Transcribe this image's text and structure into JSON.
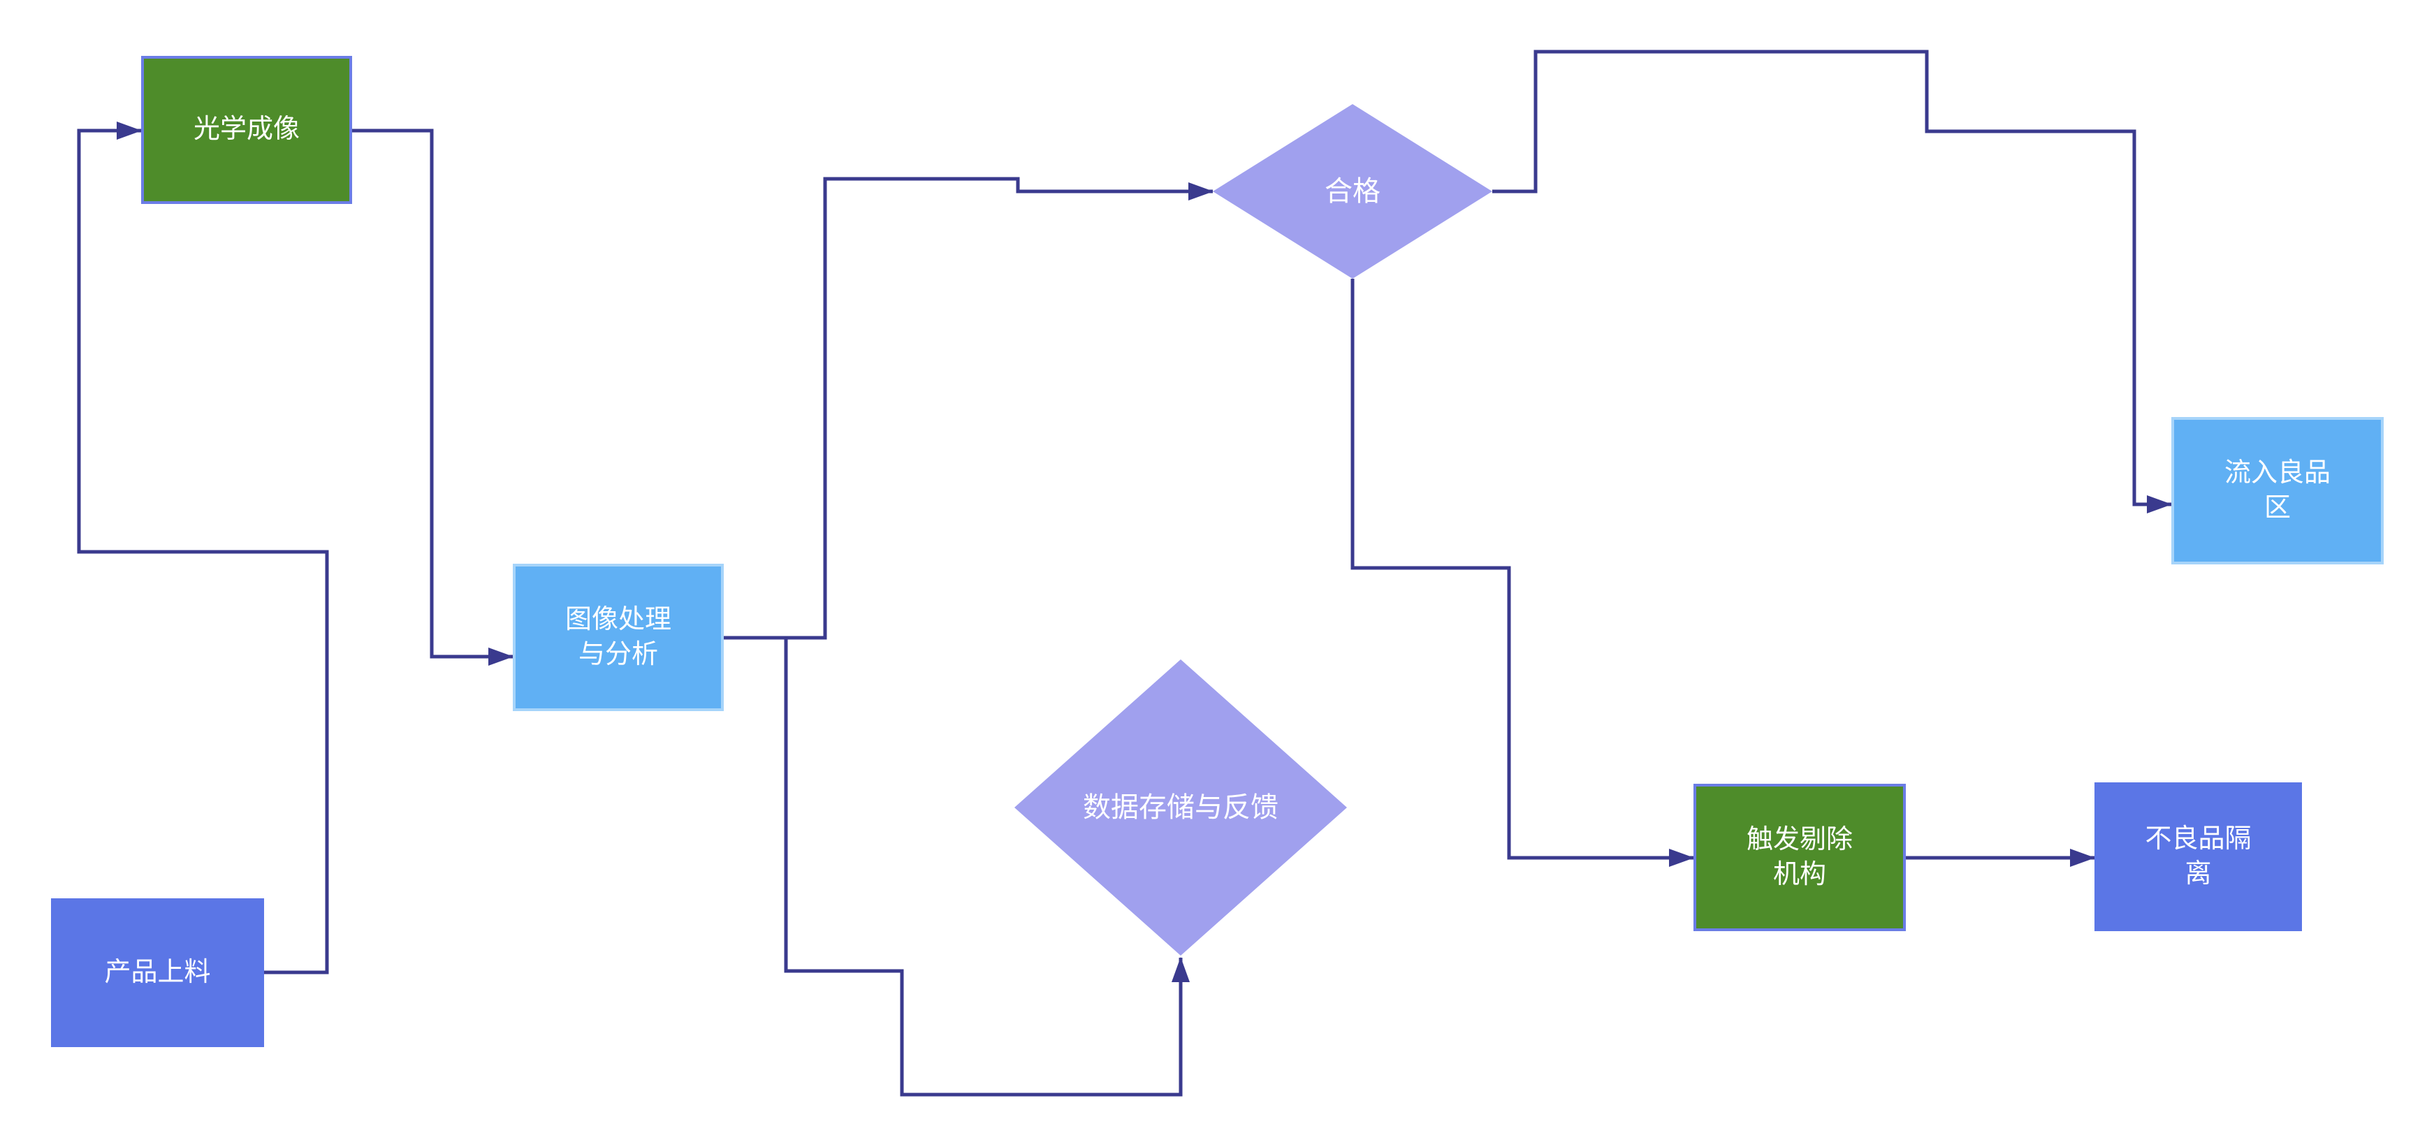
{
  "diagram": {
    "type": "flowchart",
    "background": "#ffffff",
    "nodes": [
      {
        "id": "product-loading",
        "label": "产品上料",
        "shape": "rectangle",
        "fill": "#5b76e6",
        "border": "none",
        "text_color": "#ffffff"
      },
      {
        "id": "optical-imaging",
        "label": "光学成像",
        "shape": "rectangle",
        "fill": "#4e8c2a",
        "border": "#6b7de6",
        "text_color": "#ffffff"
      },
      {
        "id": "image-processing",
        "label": "图像处理\n与分析",
        "shape": "rectangle",
        "fill": "#60b0f4",
        "border": "#a6d4fa",
        "text_color": "#ffffff"
      },
      {
        "id": "qualified",
        "label": "合格",
        "shape": "diamond",
        "fill": "#a0a0ee",
        "border": "none",
        "text_color": "#ffffff"
      },
      {
        "id": "data-storage",
        "label": "数据存储与反馈",
        "shape": "diamond",
        "fill": "#a0a0ee",
        "border": "none",
        "text_color": "#ffffff"
      },
      {
        "id": "good-product-zone",
        "label": "流入良品\n区",
        "shape": "rectangle",
        "fill": "#60b0f4",
        "border": "#a6d4fa",
        "text_color": "#ffffff"
      },
      {
        "id": "reject-trigger",
        "label": "触发剔除\n机构",
        "shape": "rectangle",
        "fill": "#4e8c2a",
        "border": "#6b7de6",
        "text_color": "#ffffff"
      },
      {
        "id": "defect-isolation",
        "label": "不良品隔\n离",
        "shape": "rectangle",
        "fill": "#5b76e6",
        "border": "none",
        "text_color": "#ffffff"
      }
    ],
    "edges": [
      {
        "from": "product-loading",
        "to": "optical-imaging",
        "arrow": true
      },
      {
        "from": "optical-imaging",
        "to": "image-processing",
        "arrow": true
      },
      {
        "from": "image-processing",
        "to": "qualified",
        "arrow": true
      },
      {
        "from": "qualified",
        "to": "good-product-zone",
        "arrow": true
      },
      {
        "from": "qualified",
        "to": "reject-trigger",
        "arrow": true
      },
      {
        "from": "reject-trigger",
        "to": "defect-isolation",
        "arrow": true
      },
      {
        "from": "image-processing",
        "to": "data-storage",
        "arrow": true
      }
    ],
    "colors": {
      "green_fill": "#4e8c2a",
      "green_border": "#6b7de6",
      "indigo_fill": "#5b76e6",
      "lightblue_fill": "#60b0f4",
      "lightblue_border": "#a6d4fa",
      "diamond_fill": "#a0a0ee",
      "connector": "#3a3a8e",
      "label_text": "#ffffff",
      "canvas_background": "#ffffff"
    }
  }
}
